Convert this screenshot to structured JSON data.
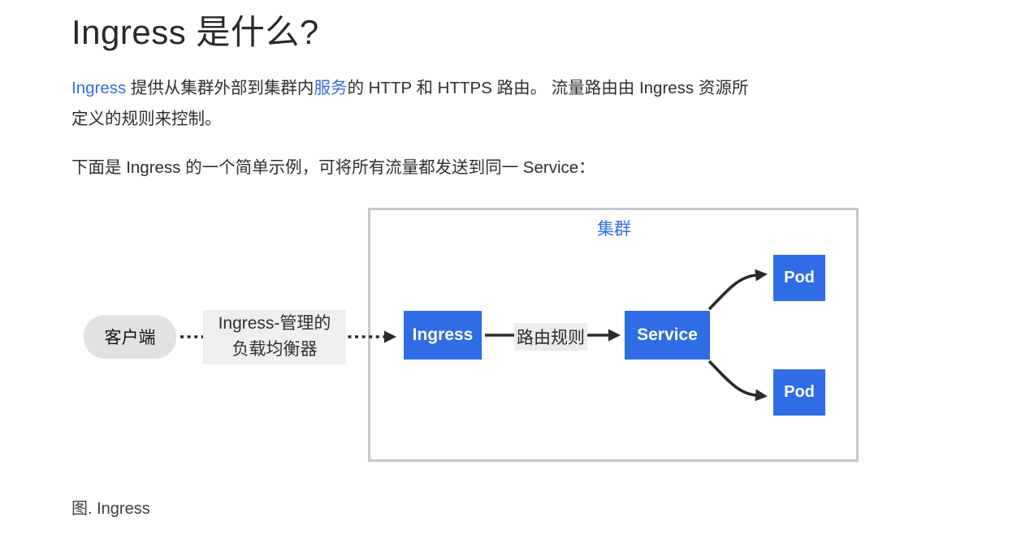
{
  "page": {
    "title": "Ingress 是什么?",
    "intro": {
      "segments": [
        {
          "text": "Ingress",
          "link": true
        },
        {
          "text": " 提供从集群外部到集群内",
          "link": false
        },
        {
          "text": "服务",
          "link": true
        },
        {
          "text": "的 HTTP 和 HTTPS 路由。 流量路由由 Ingress 资源所",
          "link": false
        },
        {
          "text": "定义的规则来控制。",
          "link": false
        }
      ]
    },
    "example_line": "下面是 Ingress 的一个简单示例，可将所有流量都发送到同一 Service：",
    "figure_caption": "图. Ingress"
  },
  "diagram": {
    "cluster_label": "集群",
    "client_label": "客户端",
    "lb_label_line1": "Ingress-管理的",
    "lb_label_line2": "负载均衡器",
    "route_rule_label": "路由规则",
    "ingress_node_label": "Ingress",
    "service_node_label": "Service",
    "pod_node_1_label": "Pod",
    "pod_node_2_label": "Pod"
  },
  "colors": {
    "node_blue": "#2e6de5",
    "link_blue": "#326ce5",
    "cluster_border": "#c7c8cb",
    "client_bg": "#e2e2e4",
    "label_bg": "#efeff0",
    "arrow_dark": "#2a2a2a"
  }
}
